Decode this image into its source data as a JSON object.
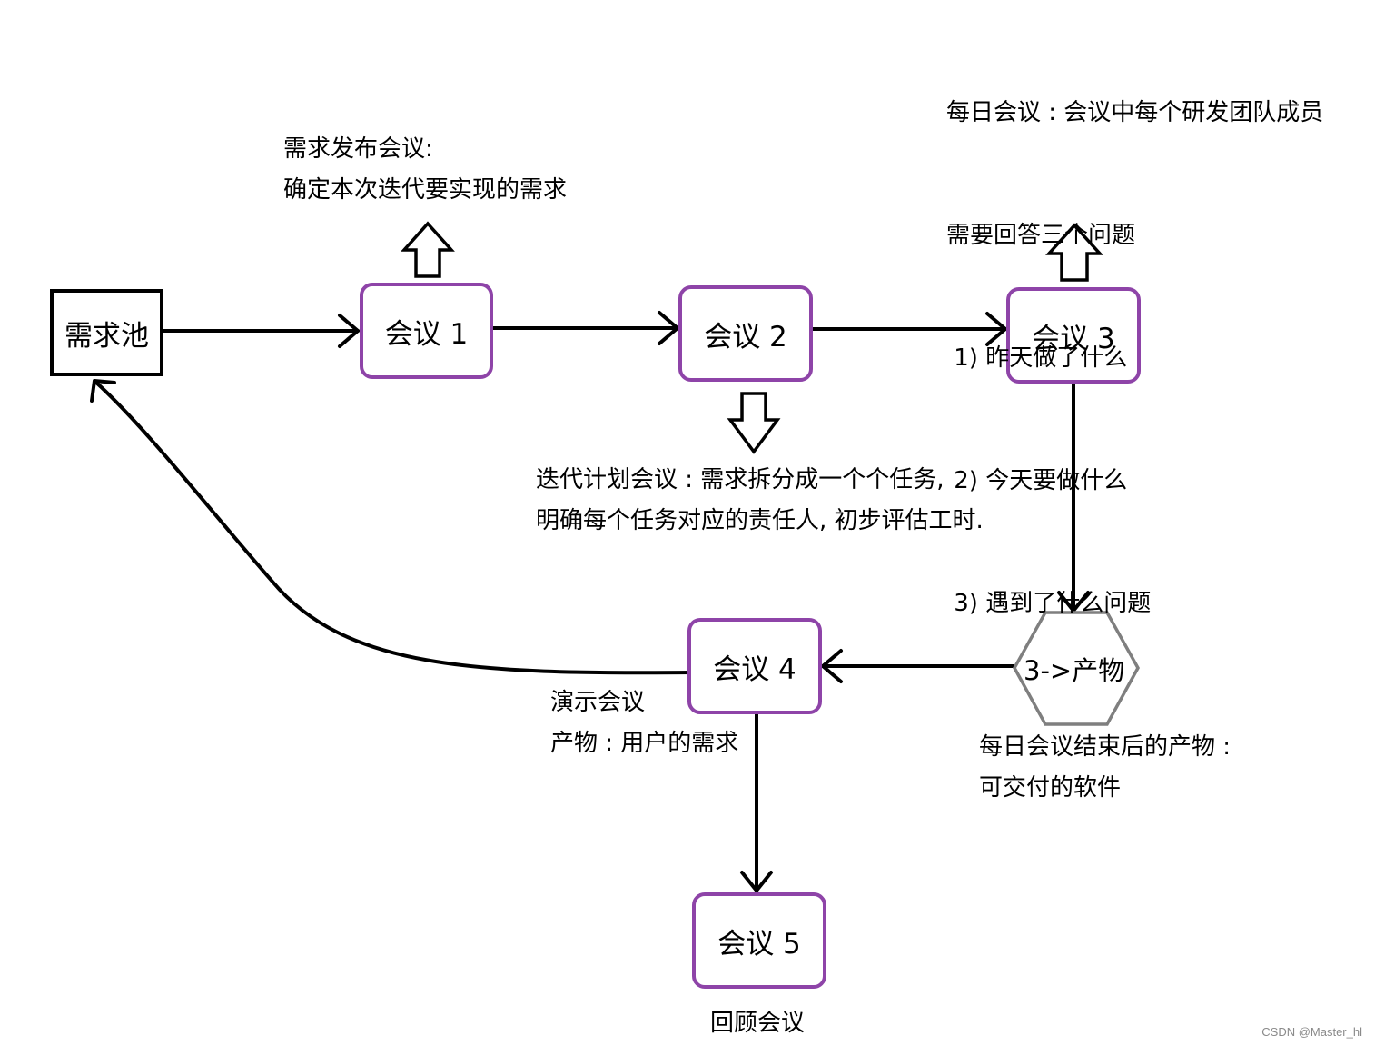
{
  "nodes": {
    "pool": "需求池",
    "m1": "会议 1",
    "m2": "会议 2",
    "m3": "会议 3",
    "m4": "会议 4",
    "m5": "会议 5",
    "product": "3->产物"
  },
  "notes": {
    "m1": [
      "需求发布会议:",
      "确定本次迭代要实现的需求"
    ],
    "m2": [
      "迭代计划会议 : 需求拆分成一个个任务,",
      "明确每个任务对应的责任人, 初步评估工时."
    ],
    "m3": [
      "每日会议 : 会议中每个研发团队成员",
      "需要回答三个问题",
      " 1) 昨天做了什么",
      " 2) 今天要做什么",
      " 3) 遇到了什么问题"
    ],
    "m4": [
      "演示会议",
      "产物 : 用户的需求"
    ],
    "product": [
      "每日会议结束后的产物 :",
      "可交付的软件"
    ],
    "m5": "回顾会议"
  },
  "watermark": "CSDN @Master_hl",
  "colors": {
    "meeting_border": "#8e44a8",
    "product_border": "#7f7f7f",
    "line": "#000000"
  }
}
